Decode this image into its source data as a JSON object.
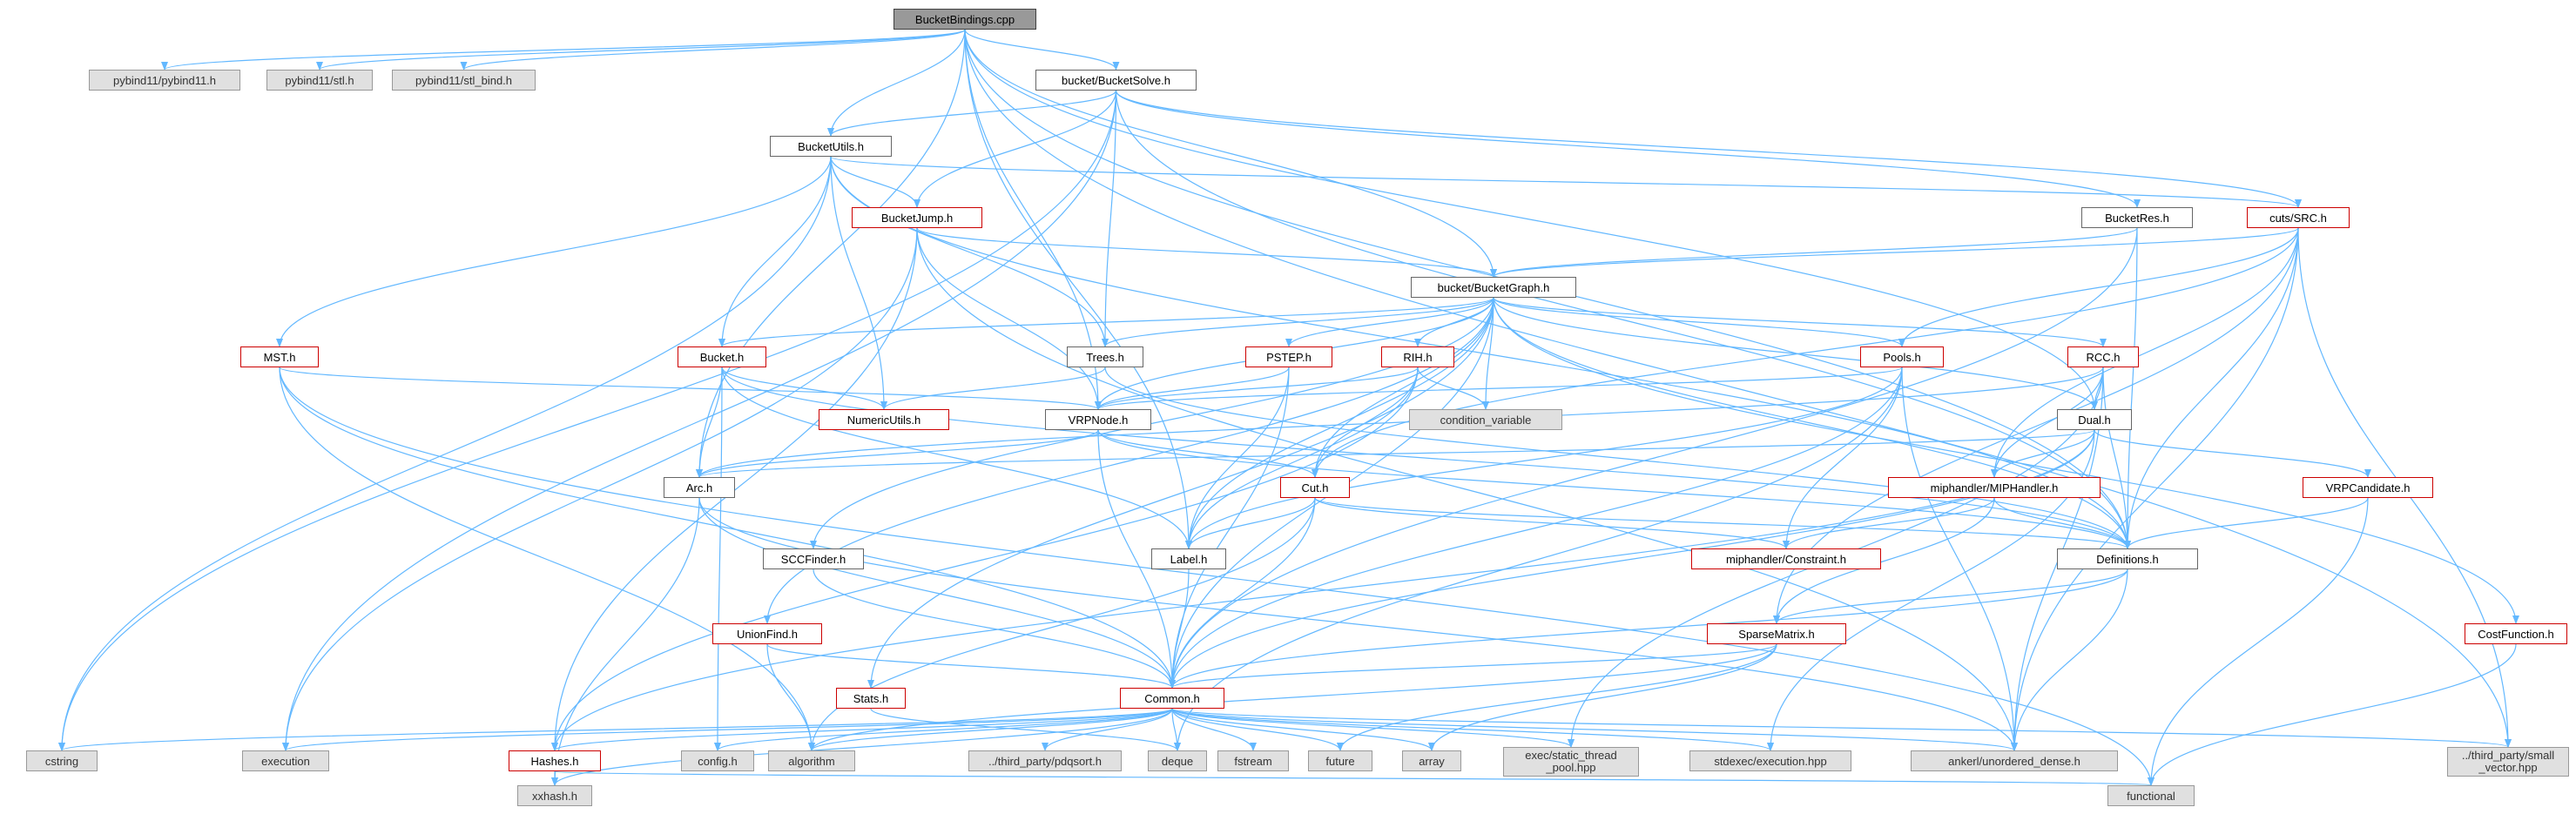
{
  "diagram": {
    "colors": {
      "edge": "#63b8ff",
      "node_border": "#666666",
      "node_border_red": "#cc0000",
      "node_fill_gray": "#e0e0e0",
      "root_fill": "#999999"
    },
    "nodes": {
      "bucketbindings": "BucketBindings.cpp",
      "pybind11": "pybind11/pybind11.h",
      "pybind11_stl": "pybind11/stl.h",
      "pybind11_stl_bind": "pybind11/stl_bind.h",
      "bucketsolve": "bucket/BucketSolve.h",
      "bucketutils": "BucketUtils.h",
      "bucketres": "BucketRes.h",
      "cuts_src": "cuts/SRC.h",
      "bucketjump": "BucketJump.h",
      "bucketgraph": "bucket/BucketGraph.h",
      "mst": "MST.h",
      "bucket": "Bucket.h",
      "trees": "Trees.h",
      "pstep": "PSTEP.h",
      "rih": "RIH.h",
      "pools": "Pools.h",
      "rcc": "RCC.h",
      "numericutils": "NumericUtils.h",
      "vrpnode": "VRPNode.h",
      "condvar": "condition_variable",
      "dual": "Dual.h",
      "arc": "Arc.h",
      "cut": "Cut.h",
      "vrpcandidate": "VRPCandidate.h",
      "mip_handler": "miphandler/MIPHandler.h",
      "sccfinder": "SCCFinder.h",
      "label": "Label.h",
      "mip_constraint": "miphandler/Constraint.h",
      "definitions": "Definitions.h",
      "unionfind": "UnionFind.h",
      "sparsematrix": "SparseMatrix.h",
      "costfunction": "CostFunction.h",
      "stats": "Stats.h",
      "common": "Common.h",
      "cstring": "cstring",
      "execution": "execution",
      "hashes": "Hashes.h",
      "config": "config.h",
      "algorithm": "algorithm",
      "pdqsort": "../third_party/pdqsort.h",
      "deque": "deque",
      "fstream": "fstream",
      "future": "future",
      "array": "array",
      "static_thread_pool": "exec/static_thread\n_pool.hpp",
      "stdexec": "stdexec/execution.hpp",
      "unordered_dense": "ankerl/unordered_dense.h",
      "small_vector": "../third_party/small\n_vector.hpp",
      "xxhash": "xxhash.h",
      "functional": "functional"
    }
  }
}
